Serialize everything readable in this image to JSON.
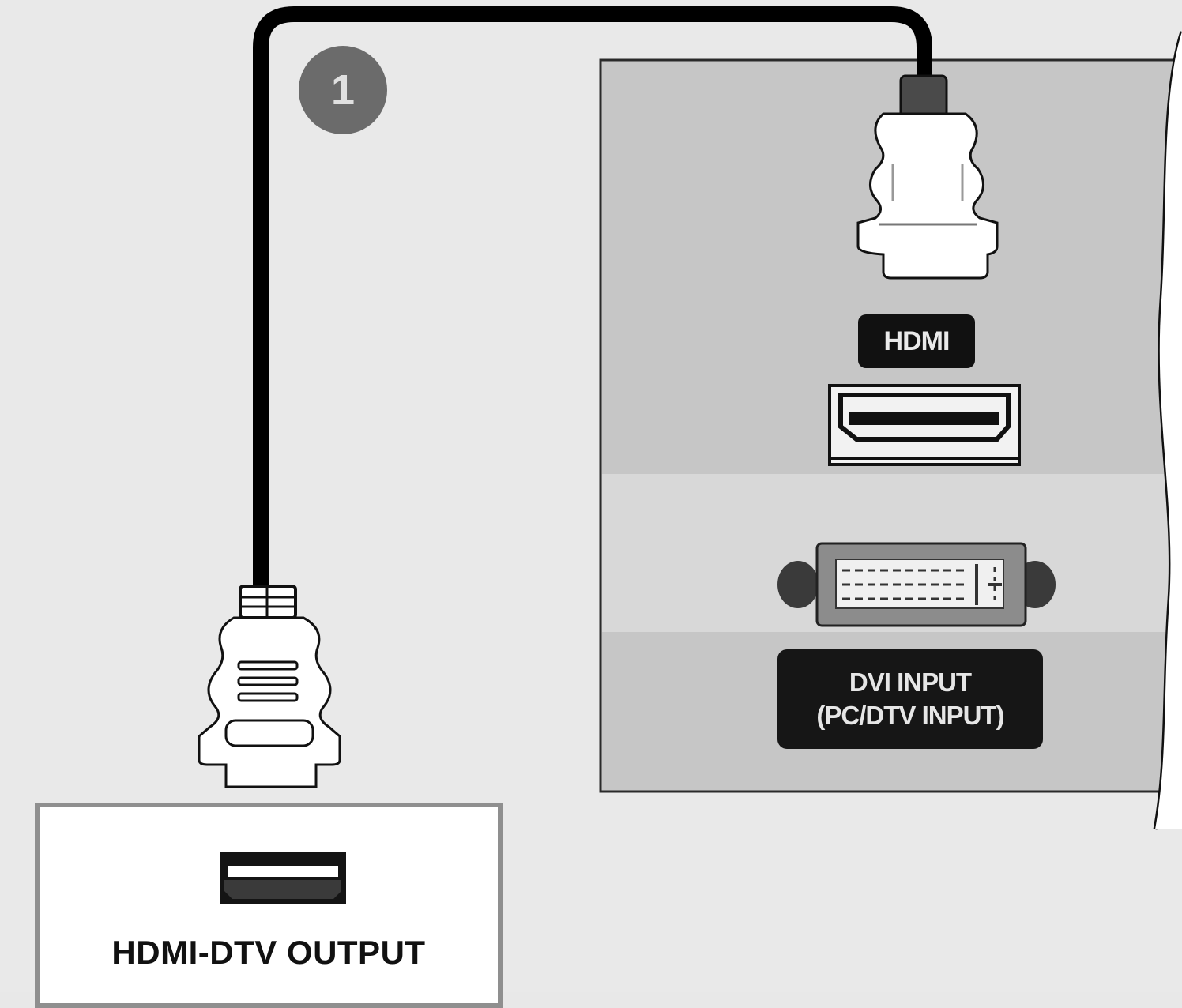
{
  "step": {
    "number": "1"
  },
  "tv_panel": {
    "hdmi_label": "HDMI",
    "dvi_label_line1": "DVI INPUT",
    "dvi_label_line2": "(PC/DTV INPUT)"
  },
  "source_device": {
    "output_label": "HDMI-DTV OUTPUT"
  },
  "colors": {
    "background": "#e9e9e9",
    "panel": "#c4c4c4",
    "cable": "#000000",
    "badge": "#6e6e6e",
    "label_bg": "#141414"
  },
  "icons": {
    "cable": "hdmi-cable",
    "plug": "hdmi-plug-icon",
    "hdmi_port": "hdmi-port-icon",
    "dvi_port": "dvi-port-icon"
  }
}
